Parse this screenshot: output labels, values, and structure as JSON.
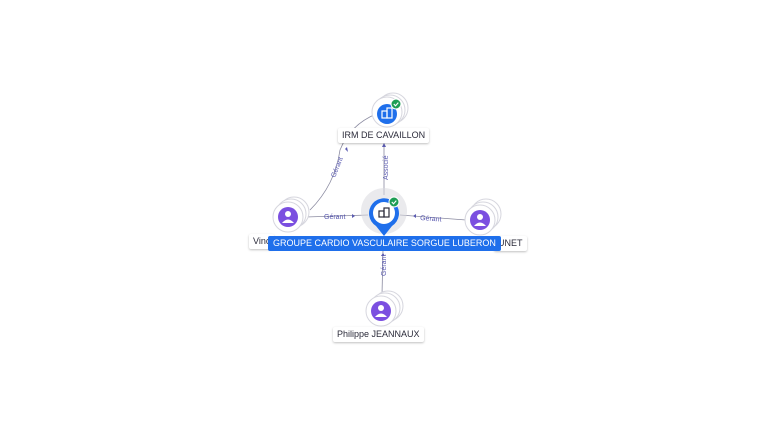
{
  "colors": {
    "company": "#1f6feb",
    "person": "#7b4fe0",
    "verified": "#1e9e55",
    "edge": "#8a8aa0",
    "edge_label": "#5a5ab0"
  },
  "nodes": {
    "center": {
      "label": "GROUPE CARDIO VASCULAIRE SORGUE LUBERON",
      "icon": "company-icon",
      "verified": true
    },
    "irm": {
      "label": "IRM DE CAVAILLON",
      "icon": "company-icon",
      "verified": true
    },
    "left": {
      "label": "Vinc",
      "icon": "person-icon"
    },
    "right": {
      "label": "UNET",
      "icon": "person-icon"
    },
    "bottom": {
      "label": "Philippe JEANNAUX",
      "icon": "person-icon"
    }
  },
  "edges": {
    "left_to_irm": "Gérant",
    "center_to_irm": "Associé",
    "left_to_center": "Gérant",
    "right_to_center": "Gérant",
    "bottom_to_center": "Gérant"
  }
}
